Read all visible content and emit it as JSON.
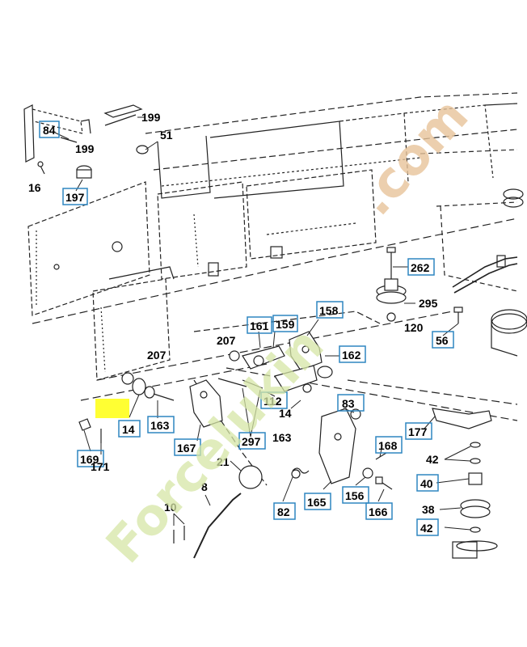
{
  "callouts_boxed": [
    "84",
    "197",
    "262",
    "161",
    "159",
    "158",
    "162",
    "112",
    "83",
    "163",
    "167",
    "297",
    "168",
    "177",
    "165",
    "156",
    "166",
    "40",
    "42",
    "169",
    "14",
    "82",
    "56"
  ],
  "callouts_plain": [
    "199",
    "199",
    "51",
    "16",
    "295",
    "120",
    "207",
    "207",
    "14",
    "163",
    "21",
    "8",
    "10",
    "42",
    "38",
    "171"
  ],
  "watermark": {
    "main": "Forcelukin",
    "dot": ".com",
    "color": "#d6e6a6",
    "dot_color": "#e8c49a"
  },
  "highlight_color": "#ffff33",
  "box_color": "#2e86c1"
}
